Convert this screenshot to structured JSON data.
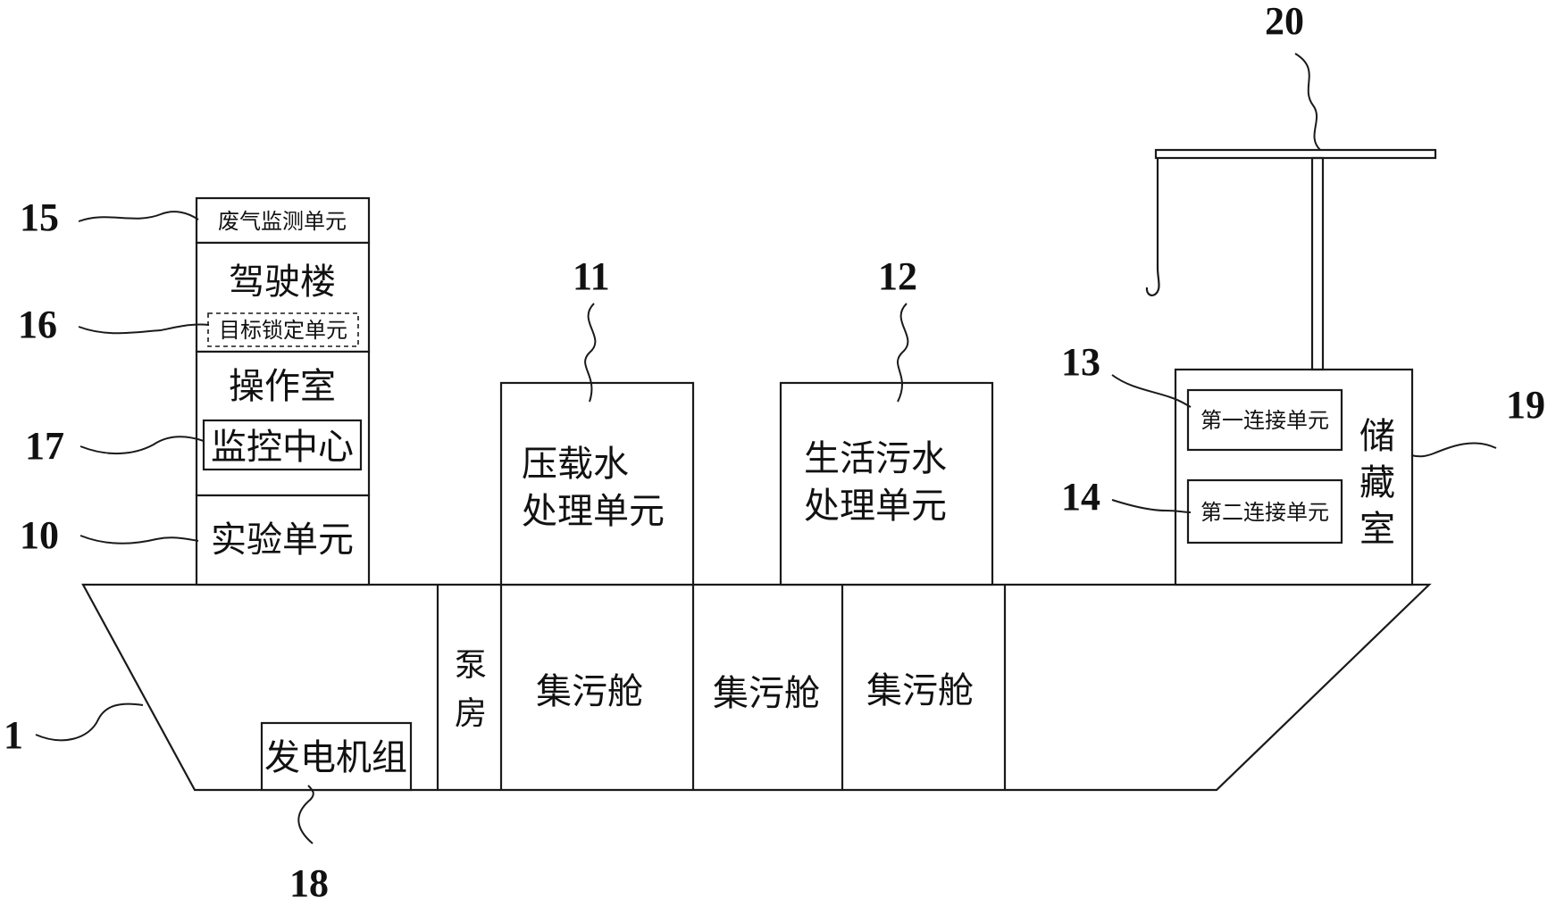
{
  "labels": {
    "exhaust_monitor": "废气监测单元",
    "bridge": "驾驶楼",
    "target_lock": "目标锁定单元",
    "operation_room": "操作室",
    "monitor_center": "监控中心",
    "experiment_unit": "实验单元",
    "ballast_line1": "压载水",
    "ballast_line2": "处理单元",
    "sewage_line1": "生活污水",
    "sewage_line2": "处理单元",
    "first_connect": "第一连接单元",
    "second_connect": "第二连接单元",
    "storage_1": "储",
    "storage_2": "藏",
    "storage_3": "室",
    "pump_1": "泵",
    "pump_2": "房",
    "tank_a": "集污舱",
    "tank_b": "集污舱",
    "tank_c": "集污舱",
    "generator": "发电机组"
  },
  "refs": {
    "n1": "1",
    "n10": "10",
    "n11": "11",
    "n12": "12",
    "n13": "13",
    "n14": "14",
    "n15": "15",
    "n16": "16",
    "n17": "17",
    "n18": "18",
    "n19": "19",
    "n20": "20"
  }
}
